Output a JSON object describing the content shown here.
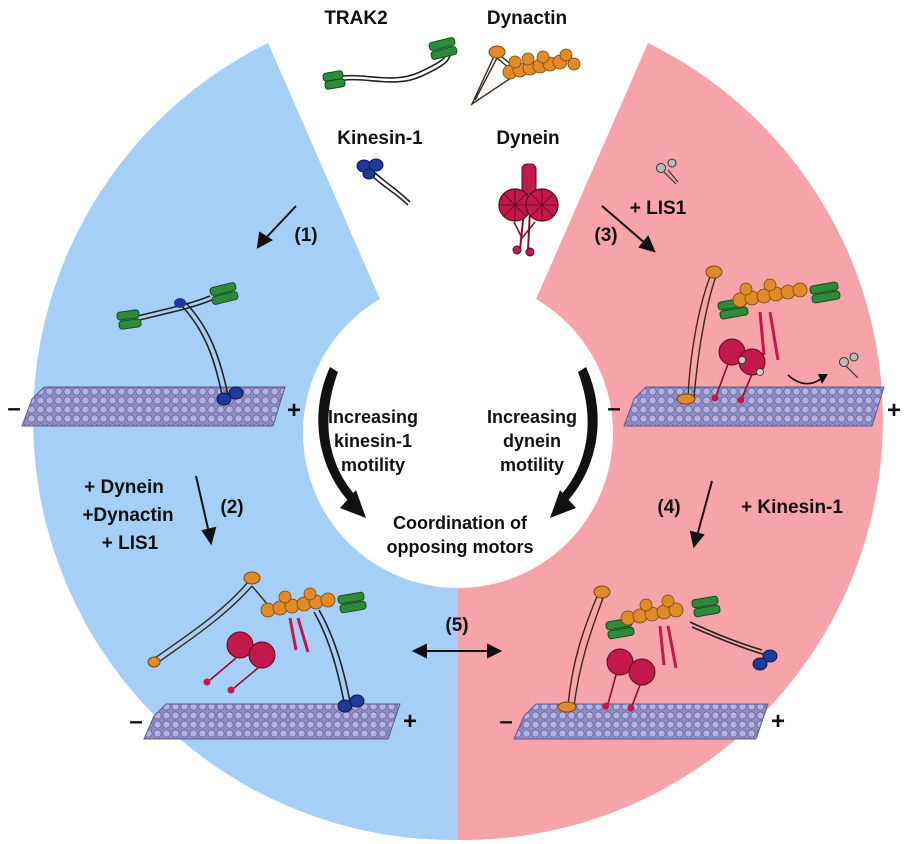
{
  "components": {
    "trak2": "TRAK2",
    "dynactin": "Dynactin",
    "kinesin1": "Kinesin-1",
    "dynein": "Dynein"
  },
  "steps": {
    "s1": "(1)",
    "s2": "(2)",
    "s3": "(3)",
    "s4": "(4)",
    "s5": "(5)",
    "add_dynein": "+ Dynein",
    "add_dynactin": "+Dynactin",
    "add_lis1_left": "+ LIS1",
    "add_lis1_right": "+ LIS1",
    "add_kinesin": "+ Kinesin-1"
  },
  "center": {
    "left_line1": "Increasing",
    "left_line2": "kinesin-1",
    "left_line3": "motility",
    "right_line1": "Increasing",
    "right_line2": "dynein",
    "right_line3": "motility",
    "bottom_line1": "Coordination of",
    "bottom_line2": "opposing motors"
  },
  "polarity": {
    "minus": "–",
    "plus": "+"
  },
  "colors": {
    "kinesin_side": "#a6cff7",
    "dynein_side": "#f6a4a9",
    "trak2": "#2e8b3a",
    "kinesin": "#1f3b9a",
    "dynactin": "#e08a2a",
    "dynein": "#c2184b",
    "microtubule": "#9a98c8"
  }
}
